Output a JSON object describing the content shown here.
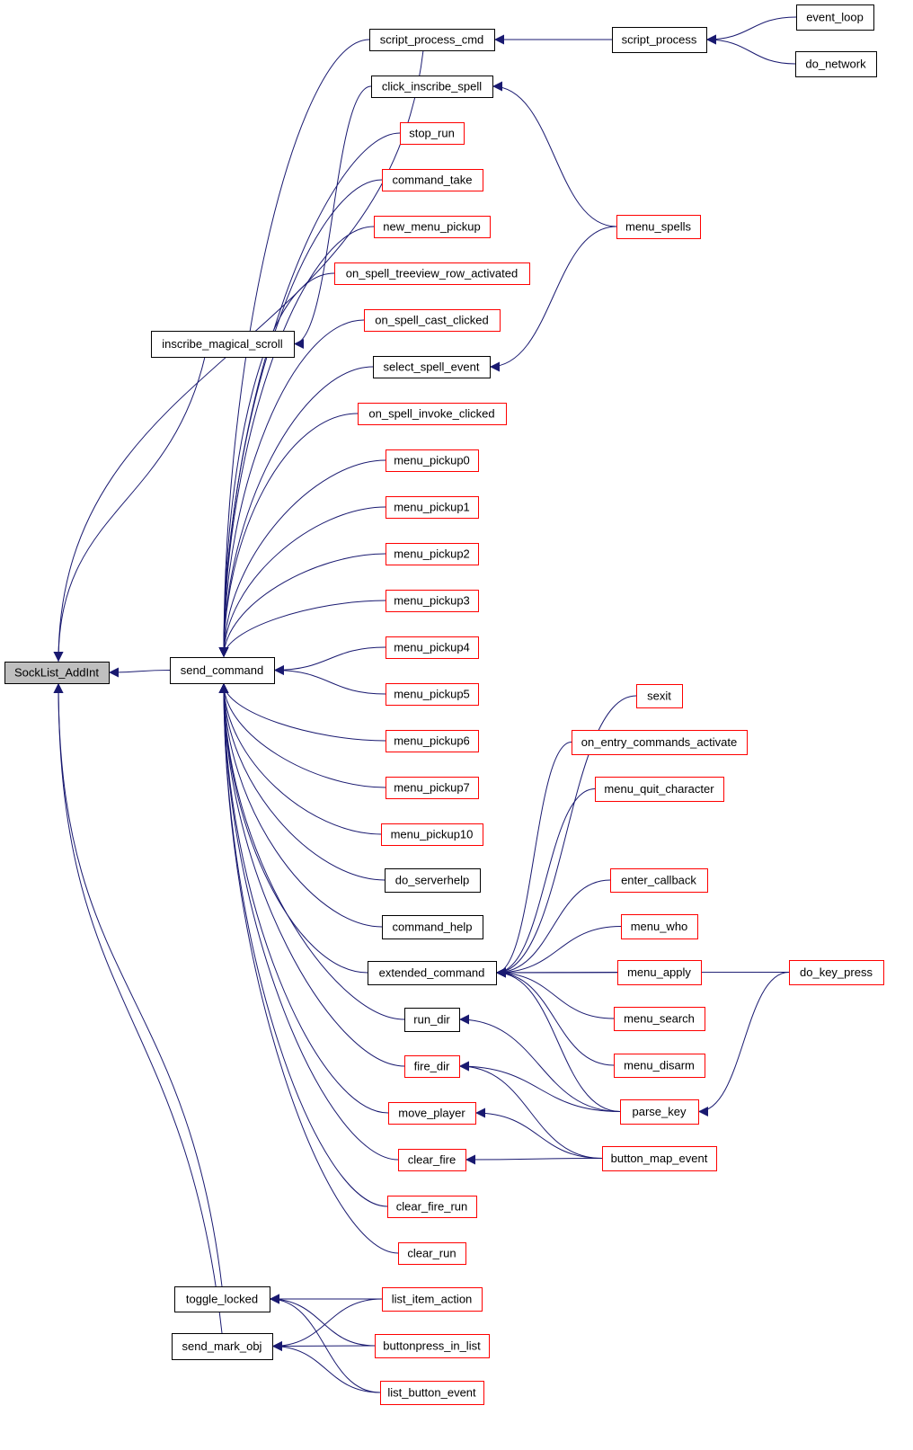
{
  "root": {
    "id": "socklist",
    "label": "SockList_AddInt",
    "fill": "#bfbfbf",
    "border": "black"
  },
  "nodes": [
    {
      "id": "script_process_cmd",
      "label": "script_process_cmd",
      "border": "black"
    },
    {
      "id": "click_inscribe_spell",
      "label": "click_inscribe_spell",
      "border": "black"
    },
    {
      "id": "stop_run",
      "label": "stop_run",
      "border": "red"
    },
    {
      "id": "command_take",
      "label": "command_take",
      "border": "red"
    },
    {
      "id": "new_menu_pickup",
      "label": "new_menu_pickup",
      "border": "red"
    },
    {
      "id": "on_spell_treeview_row_activated",
      "label": "on_spell_treeview_row_activated",
      "border": "red"
    },
    {
      "id": "on_spell_cast_clicked",
      "label": "on_spell_cast_clicked",
      "border": "red"
    },
    {
      "id": "select_spell_event",
      "label": "select_spell_event",
      "border": "black"
    },
    {
      "id": "on_spell_invoke_clicked",
      "label": "on_spell_invoke_clicked",
      "border": "red"
    },
    {
      "id": "menu_pickup0",
      "label": "menu_pickup0",
      "border": "red"
    },
    {
      "id": "menu_pickup1",
      "label": "menu_pickup1",
      "border": "red"
    },
    {
      "id": "menu_pickup2",
      "label": "menu_pickup2",
      "border": "red"
    },
    {
      "id": "menu_pickup3",
      "label": "menu_pickup3",
      "border": "red"
    },
    {
      "id": "menu_pickup4",
      "label": "menu_pickup4",
      "border": "red"
    },
    {
      "id": "menu_pickup5",
      "label": "menu_pickup5",
      "border": "red"
    },
    {
      "id": "menu_pickup6",
      "label": "menu_pickup6",
      "border": "red"
    },
    {
      "id": "menu_pickup7",
      "label": "menu_pickup7",
      "border": "red"
    },
    {
      "id": "menu_pickup10",
      "label": "menu_pickup10",
      "border": "red"
    },
    {
      "id": "do_serverhelp",
      "label": "do_serverhelp",
      "border": "black"
    },
    {
      "id": "command_help",
      "label": "command_help",
      "border": "black"
    },
    {
      "id": "extended_command",
      "label": "extended_command",
      "border": "black"
    },
    {
      "id": "run_dir",
      "label": "run_dir",
      "border": "black"
    },
    {
      "id": "fire_dir",
      "label": "fire_dir",
      "border": "red"
    },
    {
      "id": "move_player",
      "label": "move_player",
      "border": "red"
    },
    {
      "id": "clear_fire",
      "label": "clear_fire",
      "border": "red"
    },
    {
      "id": "clear_fire_run",
      "label": "clear_fire_run",
      "border": "red"
    },
    {
      "id": "clear_run",
      "label": "clear_run",
      "border": "red"
    },
    {
      "id": "list_item_action",
      "label": "list_item_action",
      "border": "red"
    },
    {
      "id": "buttonpress_in_list",
      "label": "buttonpress_in_list",
      "border": "red"
    },
    {
      "id": "list_button_event",
      "label": "list_button_event",
      "border": "red"
    },
    {
      "id": "inscribe_magical_scroll",
      "label": "inscribe_magical_scroll",
      "border": "black"
    },
    {
      "id": "send_command",
      "label": "send_command",
      "border": "black"
    },
    {
      "id": "toggle_locked",
      "label": "toggle_locked",
      "border": "black"
    },
    {
      "id": "send_mark_obj",
      "label": "send_mark_obj",
      "border": "black"
    },
    {
      "id": "script_process",
      "label": "script_process",
      "border": "black"
    },
    {
      "id": "event_loop",
      "label": "event_loop",
      "border": "black"
    },
    {
      "id": "do_network",
      "label": "do_network",
      "border": "black"
    },
    {
      "id": "menu_spells",
      "label": "menu_spells",
      "border": "red"
    },
    {
      "id": "sexit",
      "label": "sexit",
      "border": "red"
    },
    {
      "id": "on_entry_commands_activate",
      "label": "on_entry_commands_activate",
      "border": "red"
    },
    {
      "id": "menu_quit_character",
      "label": "menu_quit_character",
      "border": "red"
    },
    {
      "id": "enter_callback",
      "label": "enter_callback",
      "border": "red"
    },
    {
      "id": "menu_who",
      "label": "menu_who",
      "border": "red"
    },
    {
      "id": "menu_apply",
      "label": "menu_apply",
      "border": "red"
    },
    {
      "id": "menu_search",
      "label": "menu_search",
      "border": "red"
    },
    {
      "id": "menu_disarm",
      "label": "menu_disarm",
      "border": "red"
    },
    {
      "id": "parse_key",
      "label": "parse_key",
      "border": "red"
    },
    {
      "id": "button_map_event",
      "label": "button_map_event",
      "border": "red"
    },
    {
      "id": "do_key_press",
      "label": "do_key_press",
      "border": "red"
    }
  ],
  "edges": [
    [
      "script_process_cmd",
      "socklist"
    ],
    [
      "inscribe_magical_scroll",
      "socklist"
    ],
    [
      "send_command",
      "socklist"
    ],
    [
      "toggle_locked",
      "socklist"
    ],
    [
      "send_mark_obj",
      "socklist"
    ],
    [
      "click_inscribe_spell",
      "inscribe_magical_scroll"
    ],
    [
      "script_process_cmd",
      "send_command"
    ],
    [
      "stop_run",
      "send_command"
    ],
    [
      "command_take",
      "send_command"
    ],
    [
      "new_menu_pickup",
      "send_command"
    ],
    [
      "on_spell_treeview_row_activated",
      "send_command"
    ],
    [
      "on_spell_cast_clicked",
      "send_command"
    ],
    [
      "select_spell_event",
      "send_command"
    ],
    [
      "on_spell_invoke_clicked",
      "send_command"
    ],
    [
      "menu_pickup0",
      "send_command"
    ],
    [
      "menu_pickup1",
      "send_command"
    ],
    [
      "menu_pickup2",
      "send_command"
    ],
    [
      "menu_pickup3",
      "send_command"
    ],
    [
      "menu_pickup4",
      "send_command"
    ],
    [
      "menu_pickup5",
      "send_command"
    ],
    [
      "menu_pickup6",
      "send_command"
    ],
    [
      "menu_pickup7",
      "send_command"
    ],
    [
      "menu_pickup10",
      "send_command"
    ],
    [
      "do_serverhelp",
      "send_command"
    ],
    [
      "command_help",
      "send_command"
    ],
    [
      "extended_command",
      "send_command"
    ],
    [
      "run_dir",
      "send_command"
    ],
    [
      "fire_dir",
      "send_command"
    ],
    [
      "move_player",
      "send_command"
    ],
    [
      "clear_fire",
      "send_command"
    ],
    [
      "clear_fire_run",
      "send_command"
    ],
    [
      "clear_run",
      "send_command"
    ],
    [
      "list_item_action",
      "toggle_locked"
    ],
    [
      "buttonpress_in_list",
      "toggle_locked"
    ],
    [
      "list_button_event",
      "toggle_locked"
    ],
    [
      "list_item_action",
      "send_mark_obj"
    ],
    [
      "buttonpress_in_list",
      "send_mark_obj"
    ],
    [
      "list_button_event",
      "send_mark_obj"
    ],
    [
      "script_process",
      "script_process_cmd"
    ],
    [
      "event_loop",
      "script_process"
    ],
    [
      "do_network",
      "script_process"
    ],
    [
      "menu_spells",
      "click_inscribe_spell"
    ],
    [
      "menu_spells",
      "select_spell_event"
    ],
    [
      "sexit",
      "extended_command"
    ],
    [
      "on_entry_commands_activate",
      "extended_command"
    ],
    [
      "menu_quit_character",
      "extended_command"
    ],
    [
      "enter_callback",
      "extended_command"
    ],
    [
      "menu_who",
      "extended_command"
    ],
    [
      "menu_apply",
      "extended_command"
    ],
    [
      "menu_search",
      "extended_command"
    ],
    [
      "menu_disarm",
      "extended_command"
    ],
    [
      "parse_key",
      "extended_command"
    ],
    [
      "do_key_press",
      "extended_command"
    ],
    [
      "parse_key",
      "run_dir"
    ],
    [
      "parse_key",
      "fire_dir"
    ],
    [
      "button_map_event",
      "fire_dir"
    ],
    [
      "button_map_event",
      "move_player"
    ],
    [
      "button_map_event",
      "clear_fire"
    ],
    [
      "do_key_press",
      "parse_key"
    ]
  ],
  "colors": {
    "edge": "#191970",
    "red_border": "#ff0000",
    "black_border": "#000000",
    "root_fill": "#bfbfbf",
    "node_fill": "#ffffff"
  }
}
